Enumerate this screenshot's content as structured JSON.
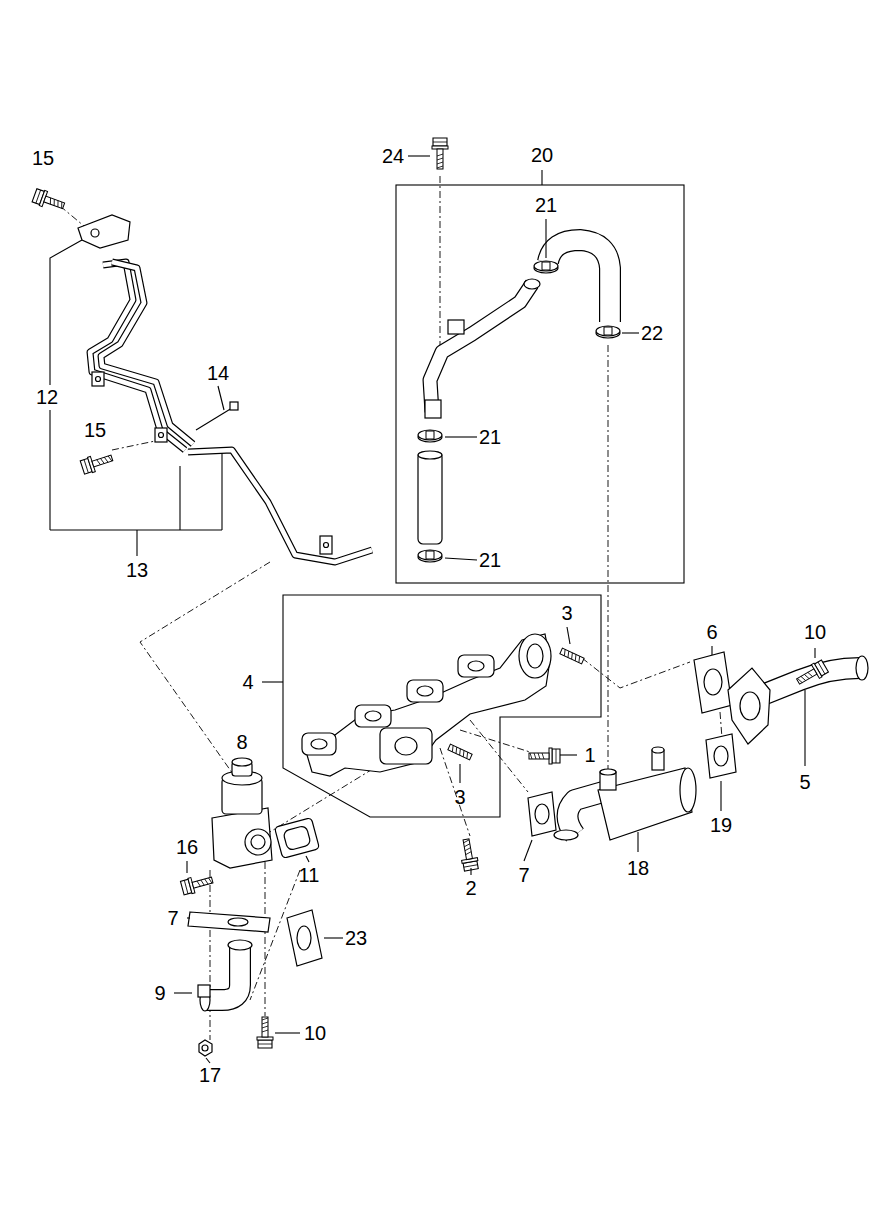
{
  "diagram": {
    "labels": [
      "15",
      "24",
      "20",
      "21",
      "22",
      "12",
      "14",
      "15",
      "21",
      "21",
      "13",
      "3",
      "6",
      "10",
      "4",
      "8",
      "1",
      "3",
      "5",
      "16",
      "11",
      "2",
      "7",
      "19",
      "18",
      "7",
      "23",
      "9",
      "10",
      "17"
    ]
  }
}
